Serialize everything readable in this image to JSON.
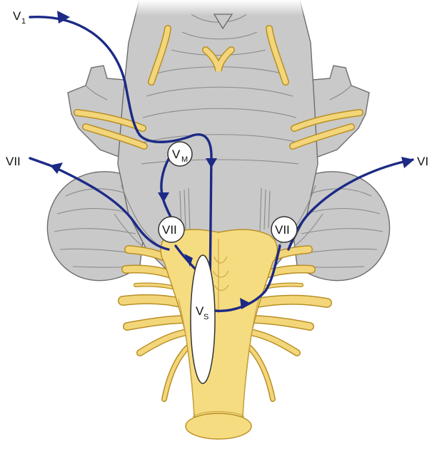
{
  "labels": {
    "v1": {
      "main": "V",
      "sub": "1"
    },
    "vii_left": "VII",
    "vi_right": "VI",
    "vm_node": {
      "main": "V",
      "sub": "M"
    },
    "vii_node_left": "VII",
    "vii_node_right": "VII",
    "vs_node": {
      "main": "V",
      "sub": "S"
    }
  },
  "colors": {
    "pathway": "#1c2a86",
    "brainstem_gray": "#c9c9c9",
    "nerve_yellow": "#f6dc80",
    "nerve_outline": "#b98f25"
  }
}
